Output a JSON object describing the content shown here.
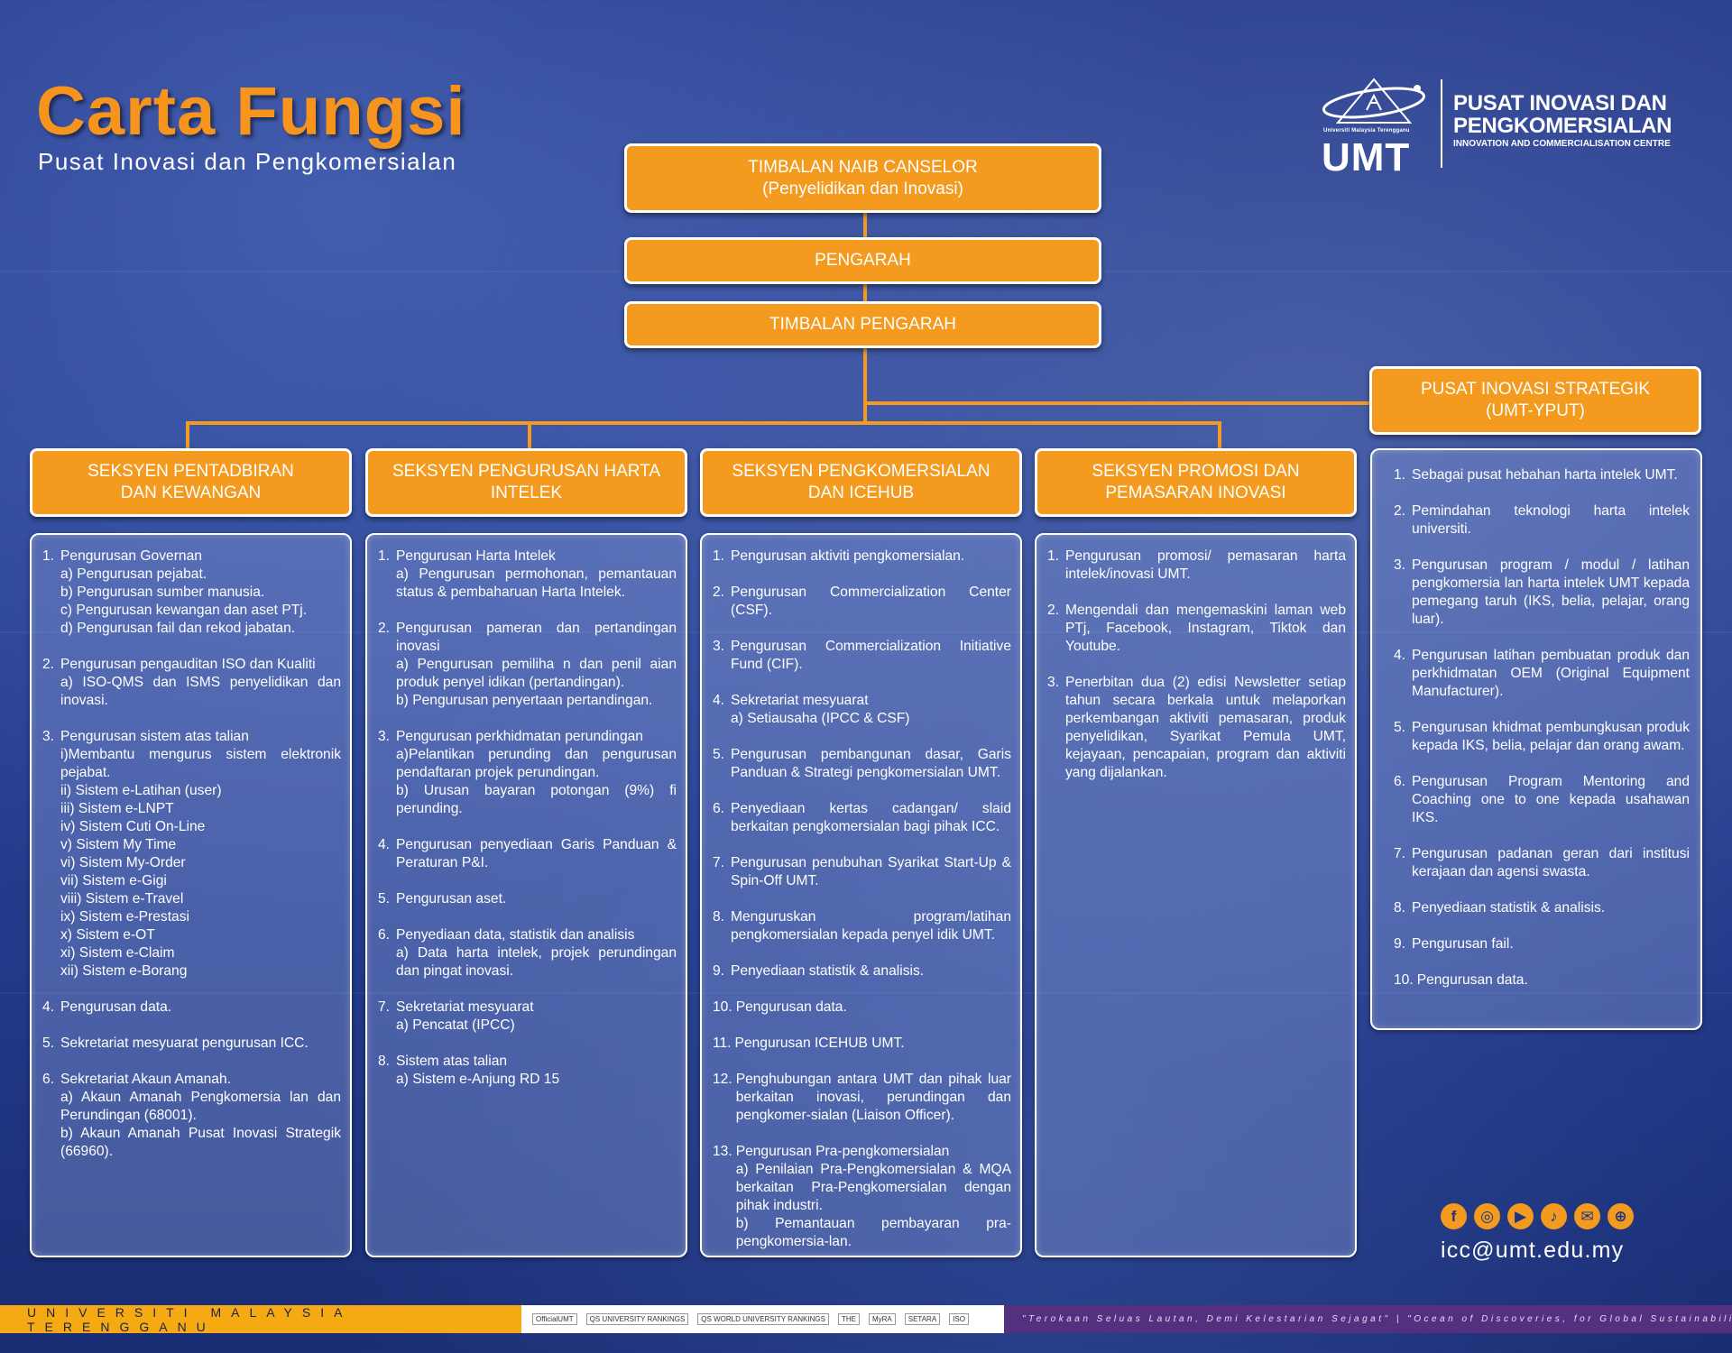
{
  "header": {
    "title": "Carta Fungsi",
    "subtitle": "Pusat Inovasi dan Pengkomersialan"
  },
  "logo": {
    "university": "Universiti Malaysia Terengganu",
    "abbr": "UMT",
    "centre_line1": "PUSAT INOVASI DAN",
    "centre_line2": "PENGKOMERSIALAN",
    "centre_en": "INNOVATION AND COMMERCIALISATION CENTRE"
  },
  "hierarchy": {
    "tnc": {
      "line1": "TIMBALAN NAIB CANSELOR",
      "line2": "(Penyelidikan dan Inovasi)"
    },
    "pengarah": "PENGARAH",
    "timbalan": "TIMBALAN PENGARAH",
    "pis": {
      "line1": "PUSAT INOVASI STRATEGIK",
      "line2": "(UMT-YPUT)"
    }
  },
  "sections": [
    {
      "line1": "SEKSYEN PENTADBIRAN",
      "line2": "DAN KEWANGAN",
      "items": [
        {
          "n": "1.",
          "lines": [
            "Pengurusan Governan",
            "a) Pengurusan pejabat.",
            "b) Pengurusan sumber manusia.",
            "c) Pengurusan kewangan dan aset PTj.",
            "d) Pengurusan fail dan rekod jabatan."
          ]
        },
        {
          "n": "2.",
          "lines": [
            "Pengurusan pengauditan ISO dan Kualiti",
            "a) ISO-QMS dan ISMS penyelidikan dan inovasi."
          ]
        },
        {
          "n": "3.",
          "lines": [
            "Pengurusan sistem atas talian",
            "i)Membantu mengurus sistem elektronik pejabat.",
            "ii) Sistem e-Latihan (user)",
            "iii) Sistem e-LNPT",
            "iv) Sistem Cuti On-Line",
            "v) Sistem My Time",
            "vi) Sistem My-Order",
            "vii) Sistem e-Gigi",
            "viii) Sistem e-Travel",
            "ix) Sistem e-Prestasi",
            "x) Sistem e-OT",
            "xi) Sistem e-Claim",
            "xii) Sistem e-Borang"
          ]
        },
        {
          "n": "4.",
          "lines": [
            "Pengurusan data."
          ]
        },
        {
          "n": "5.",
          "lines": [
            "Sekretariat mesyuarat pengurusan ICC."
          ]
        },
        {
          "n": "6.",
          "lines": [
            "Sekretariat Akaun Amanah.",
            "a) Akaun Amanah Pengkomersia lan dan Perundingan (68001).",
            "b) Akaun Amanah Pusat Inovasi Strategik (66960)."
          ]
        }
      ]
    },
    {
      "line1": "SEKSYEN PENGURUSAN HARTA",
      "line2": "INTELEK",
      "items": [
        {
          "n": "1.",
          "lines": [
            "Pengurusan Harta Intelek",
            "a) Pengurusan permohonan, pemantauan status & pembaharuan Harta Intelek."
          ]
        },
        {
          "n": "2.",
          "lines": [
            "Pengurusan pameran dan pertandingan inovasi",
            "a) Pengurusan pemiliha n dan penil aian produk penyel idikan (pertandingan).",
            "b) Pengurusan penyertaan pertandingan."
          ]
        },
        {
          "n": "3.",
          "lines": [
            "Pengurusan perkhidmatan perundingan",
            "a)Pelantikan perunding dan pengurusan pendaftaran projek perundingan.",
            "b) Urusan bayaran potongan (9%) fi perunding."
          ]
        },
        {
          "n": "4.",
          "lines": [
            "Pengurusan penyediaan Garis Panduan & Peraturan P&I."
          ]
        },
        {
          "n": "5.",
          "lines": [
            "Pengurusan aset."
          ]
        },
        {
          "n": "6.",
          "lines": [
            "Penyediaan data, statistik dan analisis",
            "a) Data harta intelek, projek perundingan dan pingat inovasi."
          ]
        },
        {
          "n": "7.",
          "lines": [
            "Sekretariat mesyuarat",
            "a) Pencatat (IPCC)"
          ]
        },
        {
          "n": "8.",
          "lines": [
            "Sistem atas talian",
            "a) Sistem e-Anjung RD 15"
          ]
        }
      ]
    },
    {
      "line1": "SEKSYEN PENGKOMERSIALAN",
      "line2": "DAN ICEHUB",
      "items": [
        {
          "n": "1.",
          "lines": [
            "Pengurusan aktiviti pengkomersialan."
          ]
        },
        {
          "n": "2.",
          "lines": [
            "Pengurusan Commercialization Center (CSF)."
          ]
        },
        {
          "n": "3.",
          "lines": [
            "Pengurusan Commercialization Initiative Fund (CIF)."
          ]
        },
        {
          "n": "4.",
          "lines": [
            "Sekretariat mesyuarat",
            "a) Setiausaha (IPCC & CSF)"
          ]
        },
        {
          "n": "5.",
          "lines": [
            "Pengurusan pembangunan dasar, Garis Panduan & Strategi pengkomersialan UMT."
          ]
        },
        {
          "n": "6.",
          "lines": [
            "Penyediaan kertas cadangan/ slaid berkaitan pengkomersialan bagi pihak ICC."
          ]
        },
        {
          "n": "7.",
          "lines": [
            "Pengurusan penubuhan Syarikat Start-Up & Spin-Off UMT."
          ]
        },
        {
          "n": "8.",
          "lines": [
            "Menguruskan program/latihan pengkomersialan kepada penyel idik UMT."
          ]
        },
        {
          "n": "9.",
          "lines": [
            "Penyediaan statistik & analisis."
          ]
        },
        {
          "n": "10.",
          "lines": [
            "Pengurusan data."
          ]
        },
        {
          "n": "11.",
          "lines": [
            "Pengurusan ICEHUB UMT."
          ]
        },
        {
          "n": "12.",
          "lines": [
            "Penghubungan antara UMT dan pihak luar berkaitan inovasi, perundingan dan pengkomer-sialan (Liaison Officer)."
          ]
        },
        {
          "n": "13.",
          "lines": [
            "Pengurusan Pra-pengkomersialan",
            "a) Penilaian Pra-Pengkomersialan & MQA berkaitan Pra-Pengkomersialan dengan pihak industri.",
            "b) Pemantauan pembayaran pra-pengkomersia-lan."
          ]
        }
      ]
    },
    {
      "line1": "SEKSYEN PROMOSI DAN",
      "line2": "PEMASARAN INOVASI",
      "items": [
        {
          "n": "1.",
          "lines": [
            "Pengurusan promosi/ pemasaran harta intelek/inovasi UMT."
          ]
        },
        {
          "n": "2.",
          "lines": [
            "Mengendali dan mengemaskini laman web PTj, Facebook, Instagram, Tiktok dan Youtube."
          ]
        },
        {
          "n": "3.",
          "lines": [
            "Penerbitan dua (2) edisi Newsletter setiap tahun secara berkala untuk melaporkan perkembangan aktiviti pemasaran, produk penyelidikan, Syarikat Pemula UMT, kejayaan, pencapaian, program dan aktiviti yang dijalankan."
          ]
        }
      ]
    }
  ],
  "pis_items": [
    {
      "n": "1.",
      "lines": [
        "Sebagai pusat hebahan harta intelek UMT."
      ]
    },
    {
      "n": "2.",
      "lines": [
        "Pemindahan teknologi harta intelek universiti."
      ]
    },
    {
      "n": "3.",
      "lines": [
        "Pengurusan program / modul / latihan pengkomersia lan harta intelek UMT kepada pemegang taruh (IKS, belia, pelajar, orang luar)."
      ]
    },
    {
      "n": "4.",
      "lines": [
        "Pengurusan latihan pembuatan produk dan perkhidmatan OEM (Original Equipment Manufacturer)."
      ]
    },
    {
      "n": "5.",
      "lines": [
        "Pengurusan khidmat pembungkusan produk kepada IKS, belia, pelajar dan orang awam."
      ]
    },
    {
      "n": "6.",
      "lines": [
        "Pengurusan Program Mentoring and Coaching one to one kepada usahawan IKS."
      ]
    },
    {
      "n": "7.",
      "lines": [
        "Pengurusan padanan geran dari institusi kerajaan dan agensi swasta."
      ]
    },
    {
      "n": "8.",
      "lines": [
        "Penyediaan statistik & analisis."
      ]
    },
    {
      "n": "9.",
      "lines": [
        "Pengurusan fail."
      ]
    },
    {
      "n": "10.",
      "lines": [
        "Pengurusan data."
      ]
    }
  ],
  "contact": {
    "email": "icc@umt.edu.my",
    "icons": [
      "facebook-icon",
      "instagram-icon",
      "youtube-icon",
      "tiktok-icon",
      "mail-icon",
      "web-icon"
    ]
  },
  "footer": {
    "university": "UNIVERSITI MALAYSIA TERENGGANU",
    "badges": [
      "OfficialUMT",
      "QS UNIVERSITY RANKINGS",
      "QS WORLD UNIVERSITY RANKINGS",
      "THE",
      "MyRA",
      "SETARA",
      "ISO"
    ],
    "motto": "\"Terokaan Seluas Lautan, Demi Kelestarian Sejagat\" | \"Ocean of Discoveries, for Global Sustainability\""
  },
  "colors": {
    "orange": "#f39a1f",
    "bg": "#24398a",
    "footer_yellow": "#f5a912",
    "footer_purple": "#55307f"
  }
}
